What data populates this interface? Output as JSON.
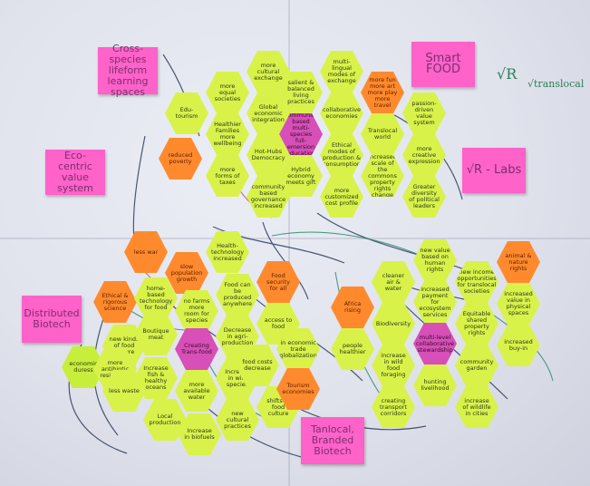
{
  "pink_notes": {
    "cross_species": "Cross-species lifeform learning spaces",
    "smart_food": "Smart FOOD",
    "eco_centric": "Eco-centric value system",
    "vr_labs": "√R - Labs",
    "distributed_biotech": "Distributed Biotech",
    "translocal": "Tanlocal, Branded Biotech"
  },
  "annotation": {
    "radical": "√R",
    "translocal": "√translocal"
  },
  "top_cluster": [
    "more cultural exchange",
    "multi-lingual modes of exchange",
    "more equal societies",
    "salient & balanced living practices",
    "more fun more art more play more travel",
    "Edu-tourism",
    "Global economic integration",
    "collaborative economies",
    "passion-driven value system",
    "Healthier Families more wellbeing",
    "community based multi-species full-emersion education",
    "Translocal world",
    "reduced poverty",
    "Hot-Hubs Democracy",
    "Ethical modes of production & consumption",
    "more creative expression",
    "more forms of taxes",
    "Hybrid economy meets gift",
    "increased scale of the commons property rights change",
    "community based governance increased",
    "more customized cost profile",
    "Greater diversity of political leaders"
  ],
  "left_cluster": [
    "less war",
    "slow population growth",
    "Health-technology increased",
    "Ethical & rigorous science",
    "home-based technology for food",
    "no farms more room for species",
    "Food can be produced anywhere",
    "Food security for all",
    "new kinds of food culture",
    "Boutique meat",
    "Creating Trans-food",
    "Decrease in agri-production",
    "access to food",
    "economic duress",
    "more antibiotic resistance",
    "Increase fish & healthy oceans",
    "Increase in wild species",
    "food costs decrease",
    "in economic trade globalization",
    "less waste",
    "more available water",
    "new cultural practices",
    "shifts in food culture",
    "Tourism economies",
    "Local production",
    "Increase in biofuels"
  ],
  "right_cluster": [
    "new value based on human rights",
    "animal & nature rights",
    "cleaner air & water",
    "increased payment for ecosystem services",
    "new income opportunities for translocal societies",
    "Africa rising",
    "Biodiversity",
    "Equitable shared property rights",
    "increased value in physical spaces",
    "people healthier",
    "multi-level collaborative stewardship",
    "increased buy-in",
    "increase in wild food foraging",
    "community garden",
    "hunting livelihood",
    "creating transport corridors",
    "increase of wildlife in cities"
  ],
  "colors": {
    "green": "#d9f24a",
    "orange": "#ff8a2e",
    "magenta": "#d74fb7",
    "pink": "#ff5fc8"
  }
}
